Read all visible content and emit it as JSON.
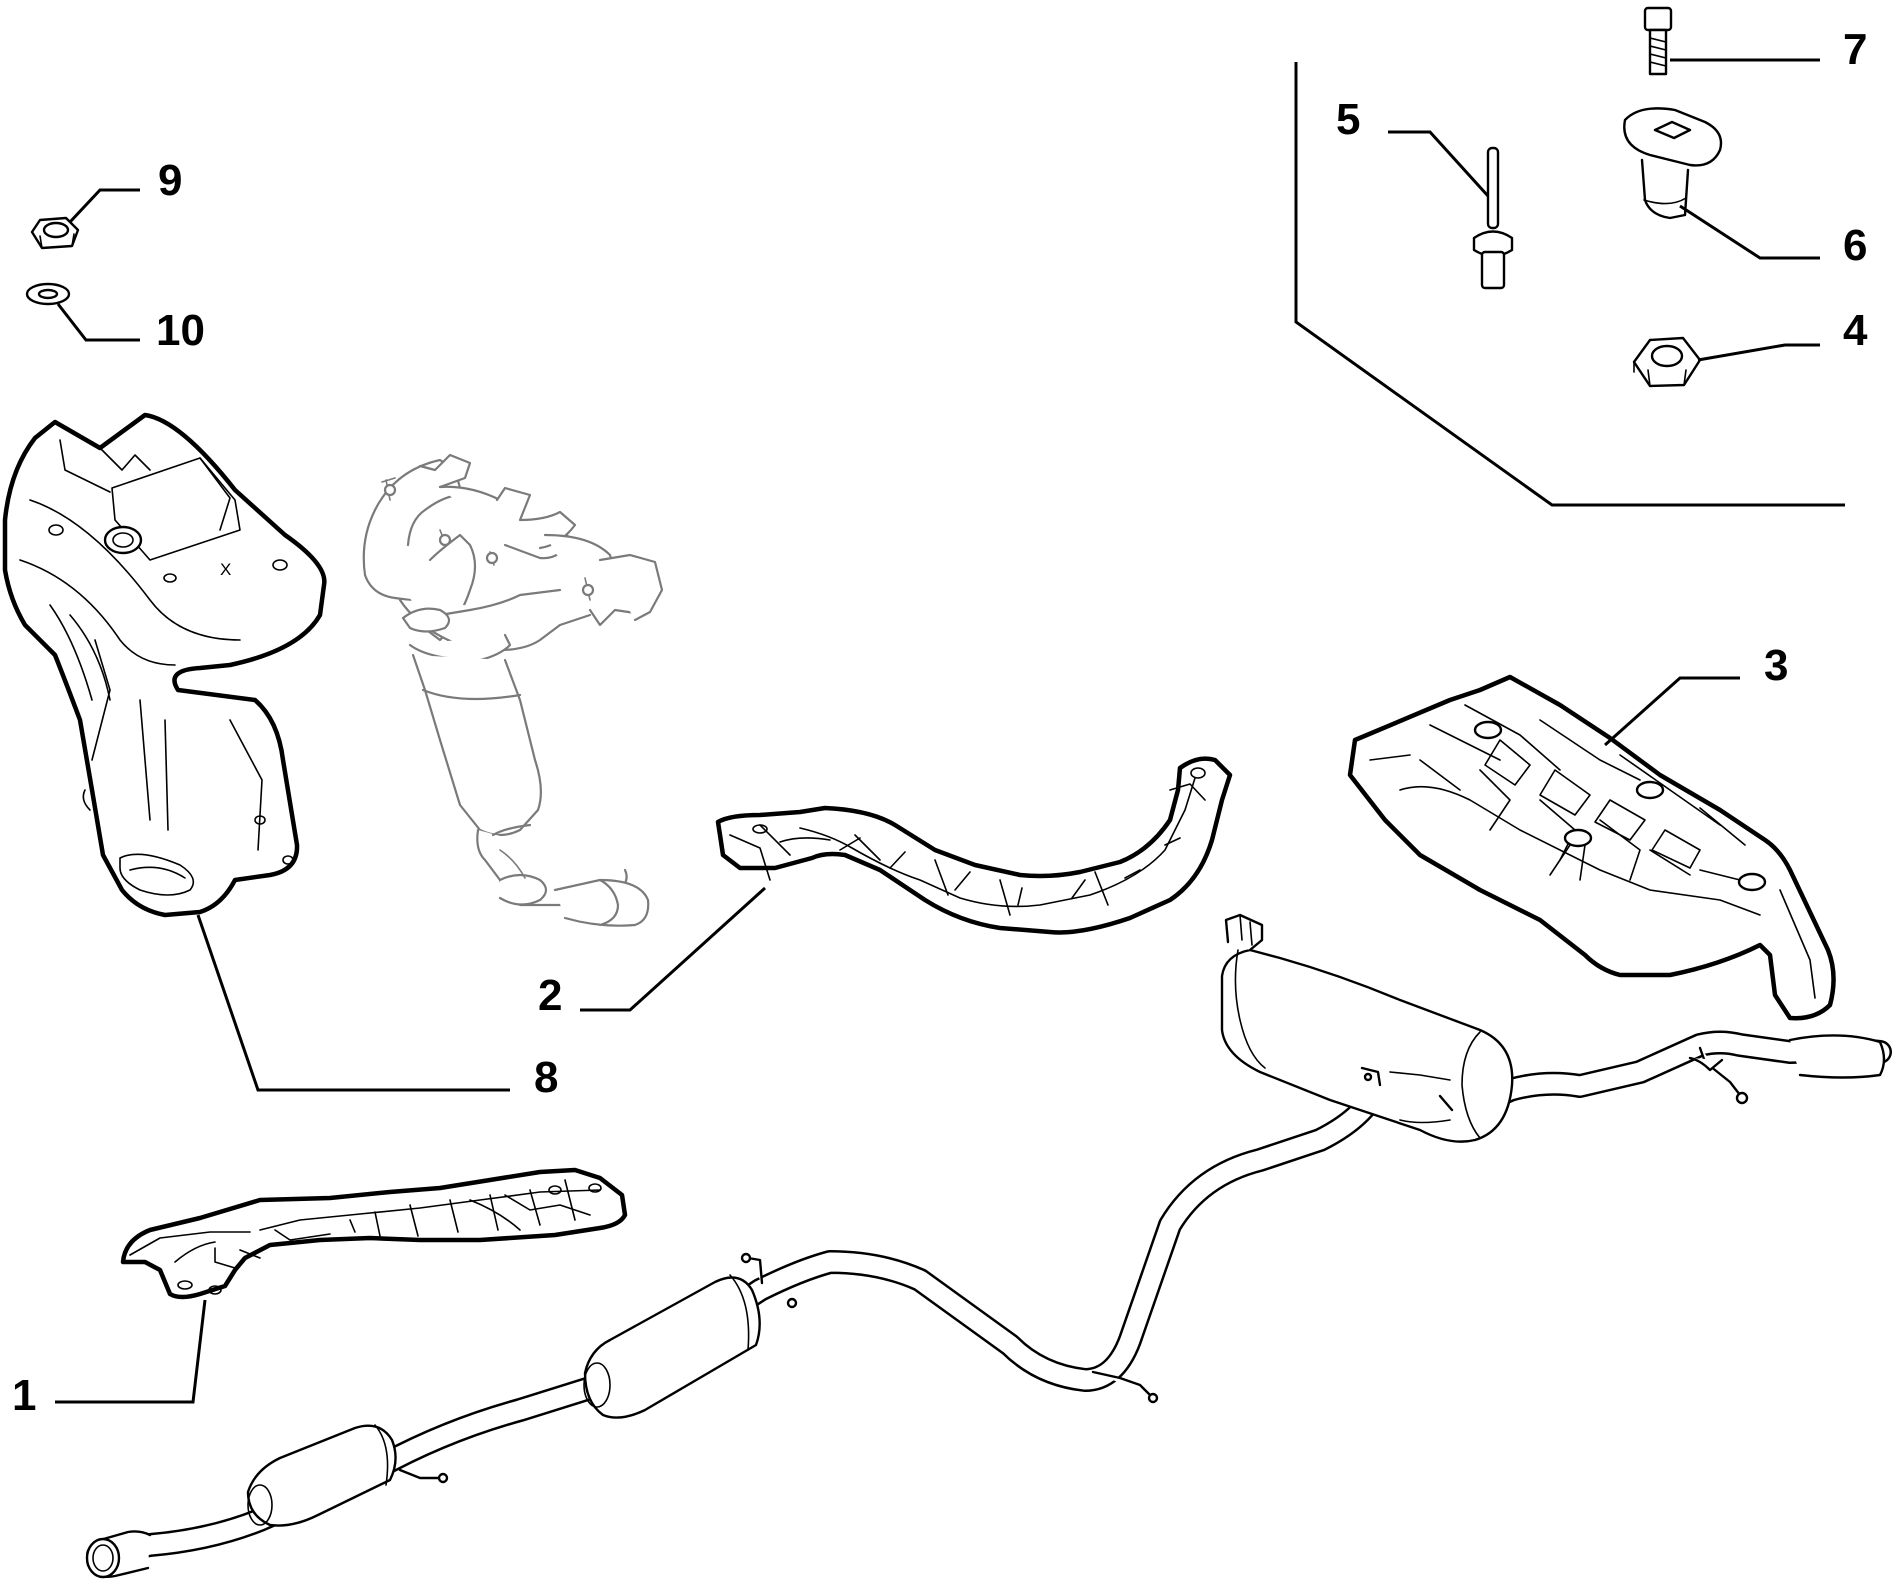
{
  "callouts": {
    "c1": "1",
    "c2": "2",
    "c3": "3",
    "c4": "4",
    "c5": "5",
    "c6": "6",
    "c7": "7",
    "c8": "8",
    "c9": "9",
    "c10": "10"
  },
  "manifold_shield_mark": "X"
}
